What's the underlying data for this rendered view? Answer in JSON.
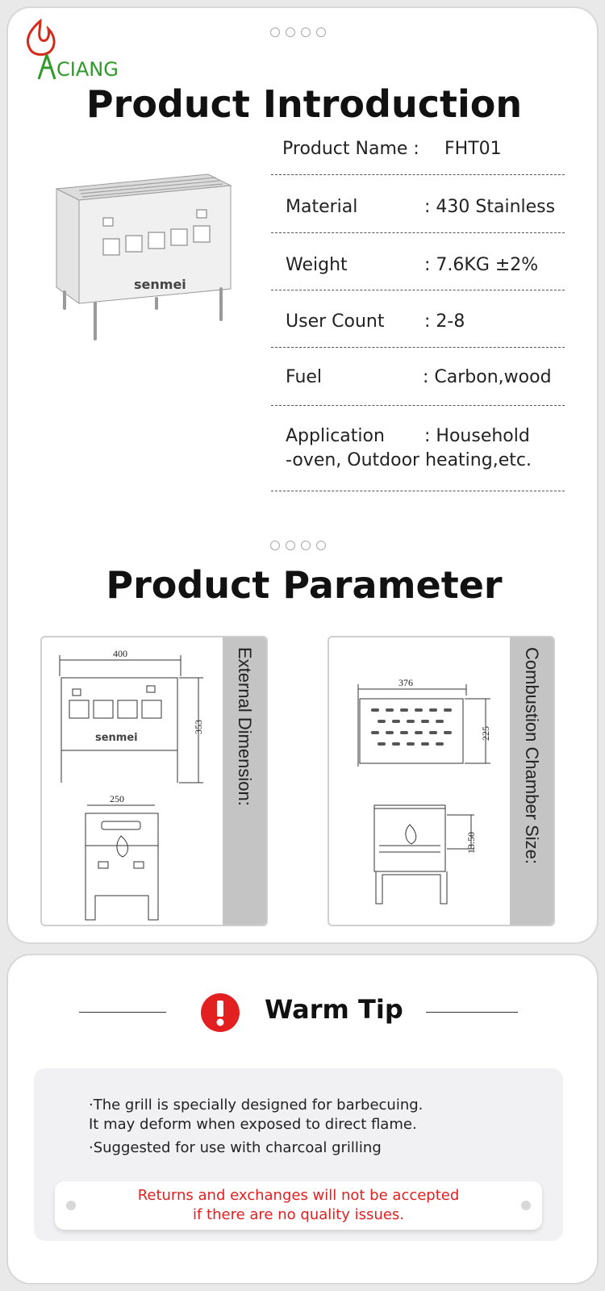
{
  "brand": {
    "name": "CIANG",
    "logo_color": "#2f9a2a",
    "flame_color": "#d42a1c"
  },
  "intro": {
    "title": "Product Introduction",
    "product_name_label": "Product Name :",
    "product_name_value": "FHT01",
    "product_image": {
      "brand_mark": "senmei"
    },
    "specs": [
      {
        "label": "Material",
        "value": ": 430 Stainless"
      },
      {
        "label": "Weight",
        "value": ":  7.6KG ±2%"
      },
      {
        "label": "User Count",
        "value": ":  2-8"
      },
      {
        "label": "Fuel",
        "value": ": Carbon,wood"
      },
      {
        "label": "Application",
        "value": ": Household",
        "continuation": "-oven, Outdoor heating,etc."
      }
    ]
  },
  "parameter": {
    "title": "Product Parameter",
    "external": {
      "label": "External Dimension:",
      "width": "400",
      "height": "353",
      "depth": "250",
      "brand_mark": "senmei"
    },
    "chamber": {
      "label": "Combustion Chamber Size:",
      "width": "376",
      "depth": "225",
      "height": "13.50"
    }
  },
  "tip": {
    "title": "Warm Tip",
    "icon": "exclamation-circle-icon",
    "accent_color": "#e32020",
    "bullets": [
      {
        "line1": "·The grill is specially designed for barbecuing.",
        "line2": " It may deform when exposed to direct flame."
      },
      {
        "line1": "·Suggested for use with charcoal grilling"
      }
    ],
    "notice_line1": "Returns and exchanges will not be accepted",
    "notice_line2": "if there are no quality issues."
  }
}
